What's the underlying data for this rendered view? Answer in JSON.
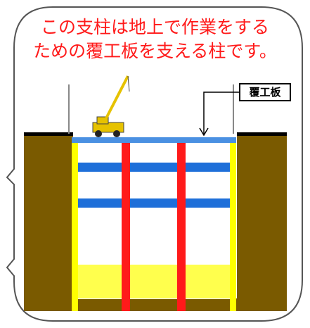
{
  "caption": {
    "line1": "この支柱は地上で作業をする",
    "line2": "ための覆工板を支える柱です。"
  },
  "diagram": {
    "covering_board_label": "覆工板",
    "colors": {
      "soil": "#7a5a00",
      "retaining_wall": "#ffff00",
      "strut": "#1e6fd9",
      "cover_board": "#4a90e2",
      "column": "#ff1a1a",
      "crane": "#e6c200",
      "bottom_fill": "#ffff4d",
      "ground_line": "#000000"
    }
  }
}
